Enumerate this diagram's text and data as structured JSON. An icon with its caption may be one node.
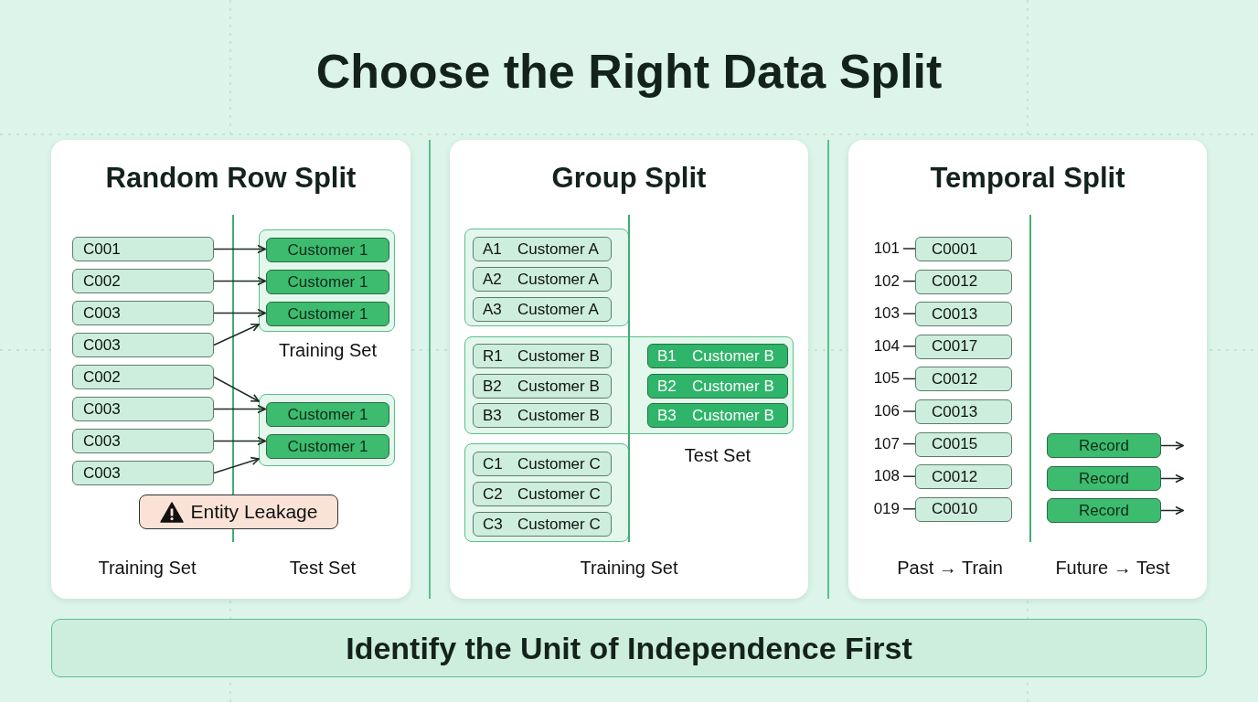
{
  "diagram": {
    "title": "Choose the Right Data Split",
    "nodes": [
      {
        "text": [
          "Random Row Split"
        ]
      },
      {
        "text": [
          "C001"
        ],
        "in": 0
      },
      {
        "text": [
          "C002"
        ],
        "in": 0
      },
      {
        "text": [
          "C003"
        ],
        "in": 0
      },
      {
        "text": [
          "C003"
        ],
        "in": 0
      },
      {
        "text": [
          "C002"
        ],
        "in": 0
      },
      {
        "text": [
          "C003"
        ],
        "in": 0
      },
      {
        "text": [
          "C003"
        ],
        "in": 0
      },
      {
        "text": [
          "C003"
        ],
        "in": 0
      },
      {
        "text": [
          "Training Set"
        ],
        "in": 0
      },
      {
        "text": [
          "Customer 1"
        ],
        "in": 9
      },
      {
        "text": [
          "Customer 1"
        ],
        "in": 9
      },
      {
        "text": [
          "Customer 1"
        ],
        "in": 9
      },
      {
        "text": [],
        "shape": "box",
        "in": 0
      },
      {
        "text": [
          "Customer 1"
        ],
        "in": 13
      },
      {
        "text": [
          "Customer 1"
        ],
        "in": 13
      },
      {
        "text": [
          "Entity Leakage"
        ],
        "in": 0
      },
      {
        "text": [
          "Group Split"
        ]
      },
      {
        "text": [],
        "shape": "box",
        "in": 17
      },
      {
        "text": [
          "A1",
          "Customer A"
        ],
        "in": 18
      },
      {
        "text": [
          "A2",
          "Customer A"
        ],
        "in": 18
      },
      {
        "text": [
          "A3",
          "Customer A"
        ],
        "in": 18
      },
      {
        "text": [],
        "shape": "box",
        "in": 17
      },
      {
        "text": [
          "R1",
          "Customer B"
        ],
        "in": 22
      },
      {
        "text": [
          "B2",
          "Customer B"
        ],
        "in": 22
      },
      {
        "text": [
          "B3",
          "Customer B"
        ],
        "in": 22
      },
      {
        "text": [
          "B1",
          "Customer B"
        ],
        "in": 22
      },
      {
        "text": [
          "B2",
          "Customer B"
        ],
        "in": 22
      },
      {
        "text": [
          "B3",
          "Customer B"
        ],
        "in": 22
      },
      {
        "text": [],
        "shape": "box",
        "in": 17
      },
      {
        "text": [
          "C1",
          "Customer C"
        ],
        "in": 29
      },
      {
        "text": [
          "C2",
          "Customer C"
        ],
        "in": 29
      },
      {
        "text": [
          "C3",
          "Customer C"
        ],
        "in": 29
      },
      {
        "text": [
          "Temporal Split"
        ]
      },
      {
        "text": [
          "101"
        ],
        "in": 33
      },
      {
        "text": [
          "102"
        ],
        "in": 33
      },
      {
        "text": [
          "103"
        ],
        "in": 33
      },
      {
        "text": [
          "104"
        ],
        "in": 33
      },
      {
        "text": [
          "105"
        ],
        "in": 33
      },
      {
        "text": [
          "106"
        ],
        "in": 33
      },
      {
        "text": [
          "107"
        ],
        "in": 33
      },
      {
        "text": [
          "108"
        ],
        "in": 33
      },
      {
        "text": [
          "019"
        ],
        "in": 33
      },
      {
        "text": [
          "C0001"
        ],
        "in": 33
      },
      {
        "text": [
          "C0012"
        ],
        "in": 33
      },
      {
        "text": [
          "C0013"
        ],
        "in": 33
      },
      {
        "text": [
          "C0017"
        ],
        "in": 33
      },
      {
        "text": [
          "C0012"
        ],
        "in": 33
      },
      {
        "text": [
          "C0013"
        ],
        "in": 33
      },
      {
        "text": [
          "C0015"
        ],
        "in": 33
      },
      {
        "text": [
          "C0012"
        ],
        "in": 33
      },
      {
        "text": [
          "C0010"
        ],
        "in": 33
      },
      {
        "text": [
          "Record"
        ],
        "in": 33
      },
      {
        "text": [
          "Record"
        ],
        "in": 33
      },
      {
        "text": [
          "Record"
        ],
        "in": 33
      },
      {
        "text": [
          "Identify the Unit of Independence First"
        ]
      }
    ],
    "edges": [
      {
        "from": 1,
        "to": 10,
        "arrow": "to"
      },
      {
        "from": 2,
        "to": 11,
        "arrow": "to"
      },
      {
        "from": 3,
        "to": 12,
        "arrow": "to"
      },
      {
        "from": 4,
        "to": 9,
        "arrow": "to"
      },
      {
        "from": 5,
        "to": 13,
        "arrow": "to"
      },
      {
        "from": 6,
        "to": 14,
        "arrow": "to"
      },
      {
        "from": 7,
        "to": 15,
        "arrow": "to"
      },
      {
        "from": 8,
        "to": 13,
        "arrow": "to"
      },
      {
        "from": 34,
        "to": 43,
        "arrow": "none"
      },
      {
        "from": 35,
        "to": 44,
        "arrow": "none"
      },
      {
        "from": 36,
        "to": 45,
        "arrow": "none"
      },
      {
        "from": 37,
        "to": 46,
        "arrow": "none"
      },
      {
        "from": 38,
        "to": 47,
        "arrow": "none"
      },
      {
        "from": 39,
        "to": 48,
        "arrow": "none"
      },
      {
        "from": 40,
        "to": 49,
        "arrow": "none"
      },
      {
        "from": 41,
        "to": 50,
        "arrow": "none"
      },
      {
        "from": 42,
        "to": 51,
        "arrow": "none"
      },
      {
        "from": 52,
        "to": null,
        "arrow": "to"
      },
      {
        "from": 53,
        "to": null,
        "arrow": "to"
      },
      {
        "from": 54,
        "to": null,
        "arrow": "to"
      }
    ],
    "labels": [
      "Training Set",
      "Test Set",
      "Test Set",
      "Training Set",
      "Past → Train",
      "Future → Test"
    ]
  }
}
